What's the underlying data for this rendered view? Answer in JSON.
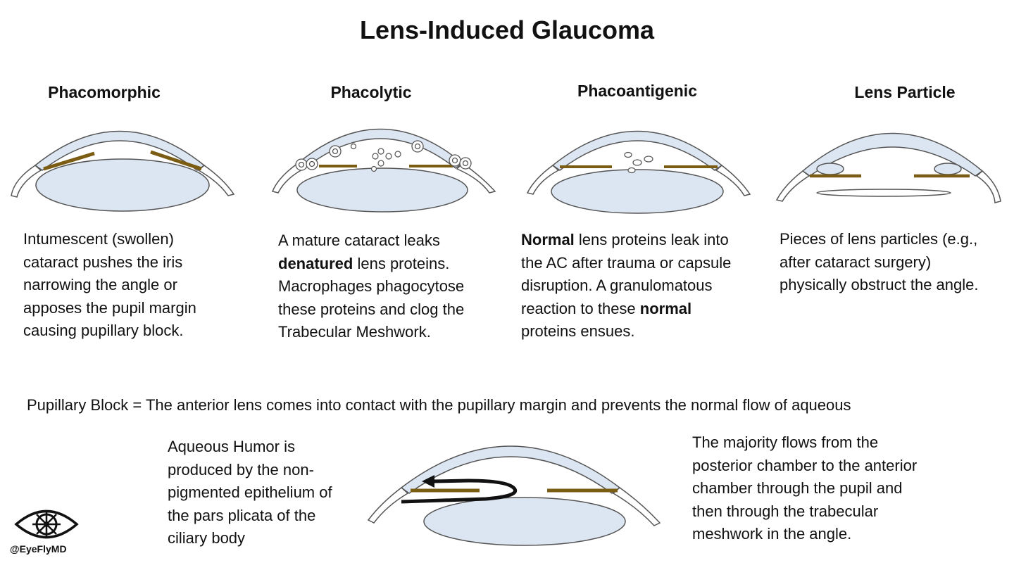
{
  "title": "Lens-Induced Glaucoma",
  "panels": [
    {
      "heading": "Phacomorphic",
      "desc_lines": [
        "Intumescent (swollen)",
        "cataract pushes the iris",
        "narrowing the angle or",
        "apposes the pupil margin",
        "causing pupillary block."
      ]
    },
    {
      "heading": "Phacolytic",
      "desc": {
        "l1": "A mature cataract leaks",
        "l2_bold": "denatured",
        "l2_rest": " lens proteins.",
        "l3": "Macrophages phagocytose",
        "l4": "these proteins and clog the",
        "l5": "Trabecular Meshwork."
      }
    },
    {
      "heading": "Phacoantigenic",
      "desc": {
        "l1_bold": "Normal",
        "l1_rest": " lens proteins leak into",
        "l2": "the AC after trauma or capsule",
        "l3": "disruption. A granulomatous",
        "l4_pre": "reaction to these ",
        "l4_bold": "normal",
        "l5": "proteins ensues."
      }
    },
    {
      "heading": "Lens Particle",
      "desc_lines": [
        "Pieces of lens particles (e.g.,",
        "after cataract surgery)",
        "physically obstruct the angle."
      ]
    }
  ],
  "pupillary_block": "Pupillary Block = The anterior lens comes into contact with the pupillary margin and prevents the normal flow of aqueous",
  "aqueous_left_lines": [
    "Aqueous Humor is",
    "produced by the non-",
    "pigmented epithelium of",
    "the pars plicata of the",
    "ciliary body"
  ],
  "aqueous_right_lines": [
    "The majority flows from the",
    "posterior chamber to the anterior",
    "chamber through the pupil and",
    "then through the trabecular",
    "meshwork in the angle."
  ],
  "logo": {
    "text": "@EyeFlyMD",
    "icon": "eye-ship-wheel-icon"
  },
  "colors": {
    "cornea_fill": "#dce6f2",
    "iris": "#7a5c12",
    "outline": "#444444",
    "lens_fill": "#dce6f2"
  }
}
